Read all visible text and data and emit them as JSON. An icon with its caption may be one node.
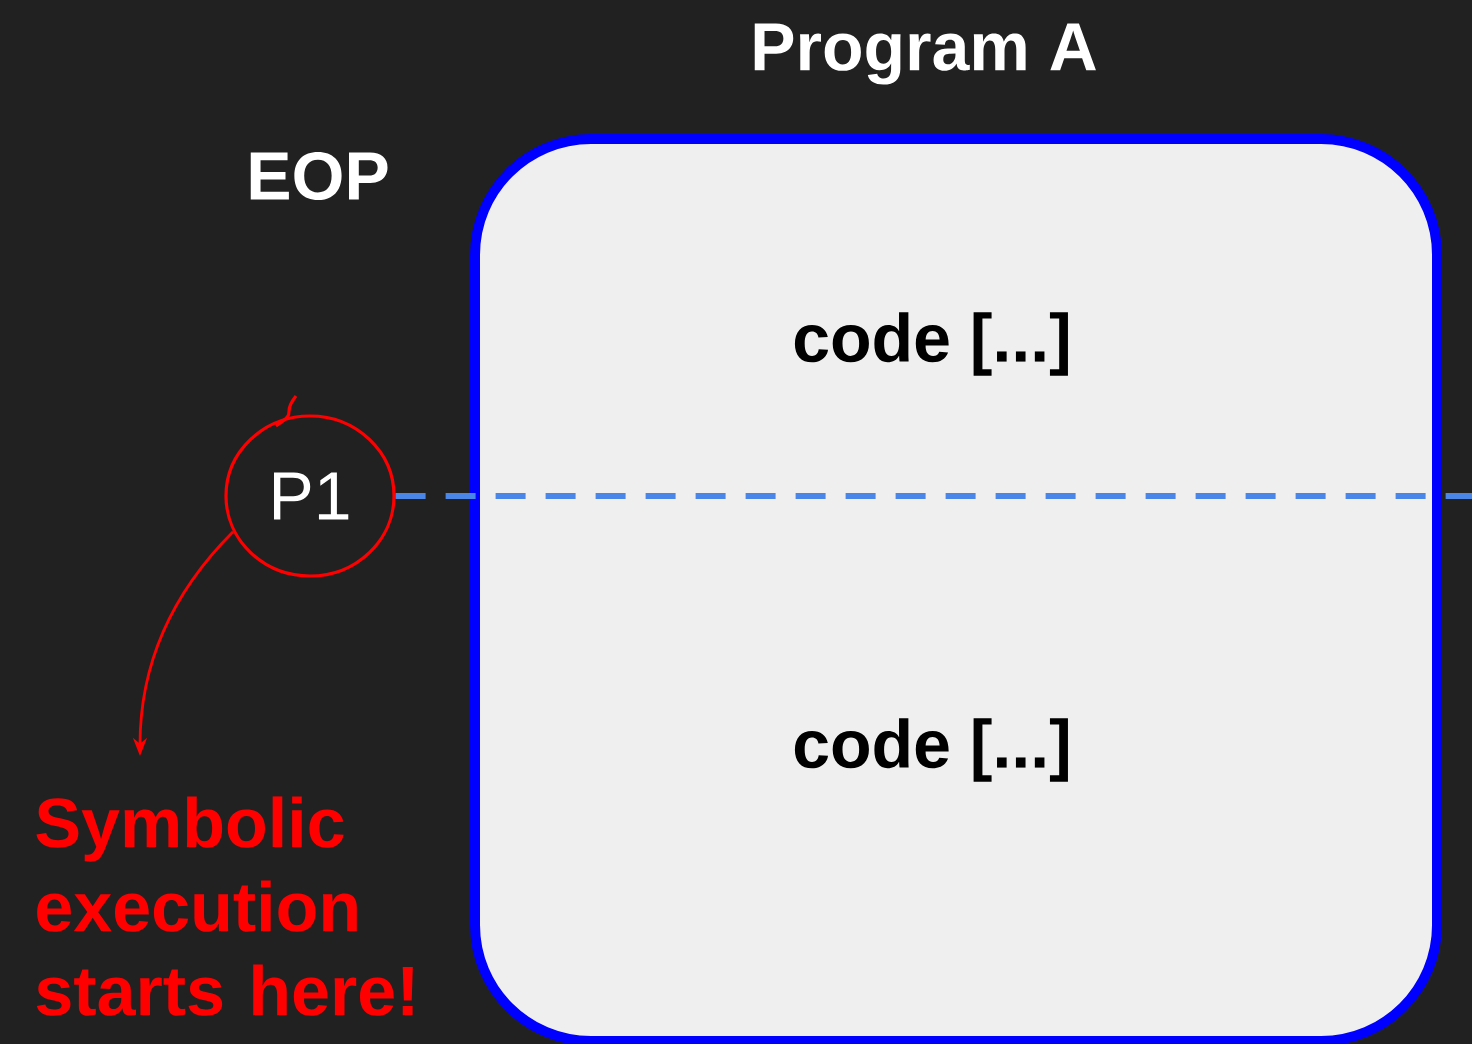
{
  "diagram": {
    "nodes": [
      {
        "text": [
          "Program A",
          "code [...]",
          "code [...]"
        ]
      },
      {
        "text": [
          "P1"
        ]
      },
      {
        "text": [
          "Symbolic execution starts here!"
        ]
      }
    ],
    "edges": [
      {
        "from": 1,
        "to": null,
        "arrow": "none",
        "style": "dashed",
        "color": "#4a86e8"
      },
      {
        "from": 1,
        "to": 2,
        "arrow": "to",
        "color": "#ff0000"
      }
    ],
    "labels": [
      "EOP"
    ]
  }
}
